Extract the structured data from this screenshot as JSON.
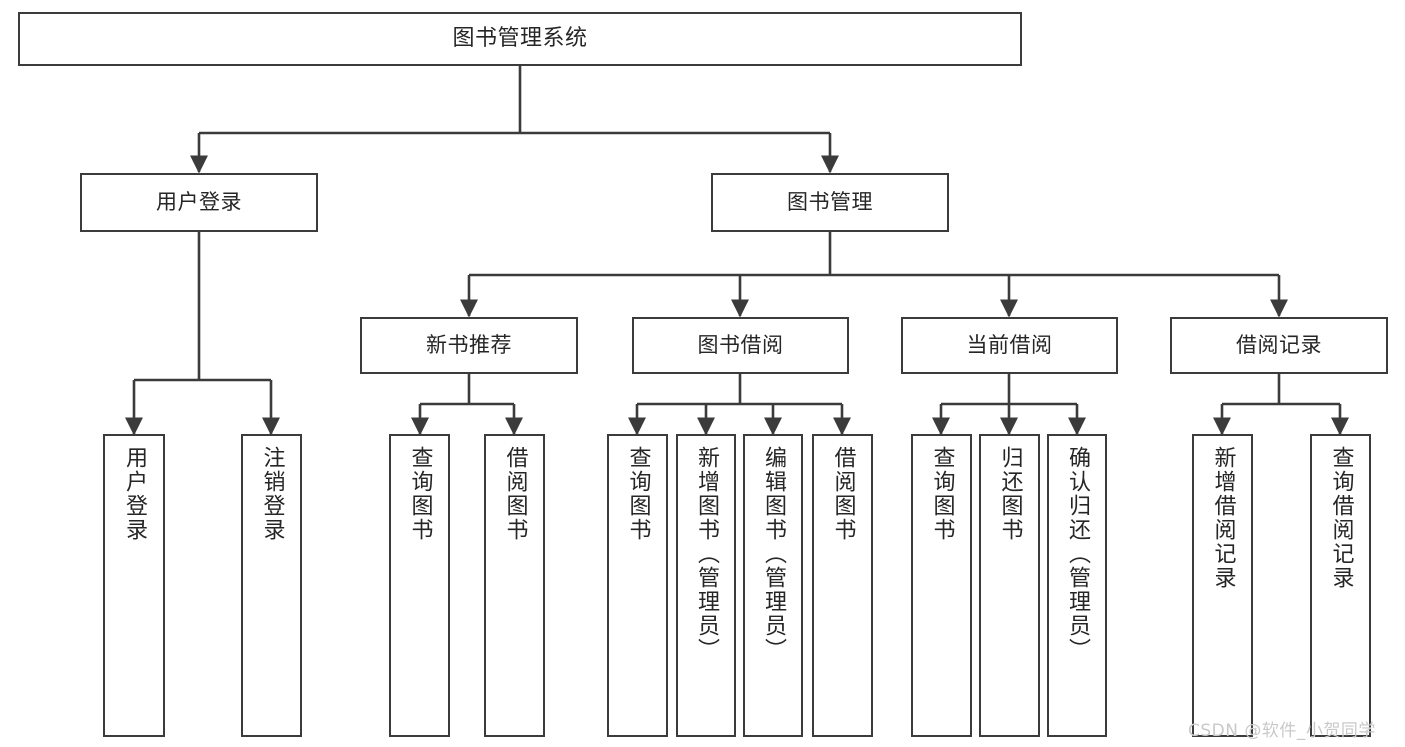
{
  "diagram": {
    "title": "图书管理系统",
    "style": {
      "box_stroke": "#3b3b3b",
      "box_fill": "#ffffff",
      "connector_stroke": "#3b3b3b",
      "text_color": "#262626",
      "background": "#ffffff",
      "watermark_color": "#c9c9c9"
    },
    "root": {
      "label": "图书管理系统"
    },
    "level1": [
      {
        "label": "用户登录"
      },
      {
        "label": "图书管理"
      }
    ],
    "level2": [
      {
        "label": "新书推荐"
      },
      {
        "label": "图书借阅"
      },
      {
        "label": "当前借阅"
      },
      {
        "label": "借阅记录"
      }
    ],
    "leaves": {
      "user_login": [
        {
          "label": "用户登录"
        },
        {
          "label": "注销登录"
        }
      ],
      "new_book_recommend": [
        {
          "label": "查询图书"
        },
        {
          "label": "借阅图书"
        }
      ],
      "book_borrow": [
        {
          "label": "查询图书"
        },
        {
          "label": "新增图书（管理员）"
        },
        {
          "label": "编辑图书（管理员）"
        },
        {
          "label": "借阅图书"
        }
      ],
      "current_borrow": [
        {
          "label": "查询图书"
        },
        {
          "label": "归还图书"
        },
        {
          "label": "确认归还（管理员）"
        }
      ],
      "borrow_record": [
        {
          "label": "新增借阅记录"
        },
        {
          "label": "查询借阅记录"
        }
      ]
    }
  },
  "watermark": {
    "text": "CSDN @软件_小贺同学"
  }
}
